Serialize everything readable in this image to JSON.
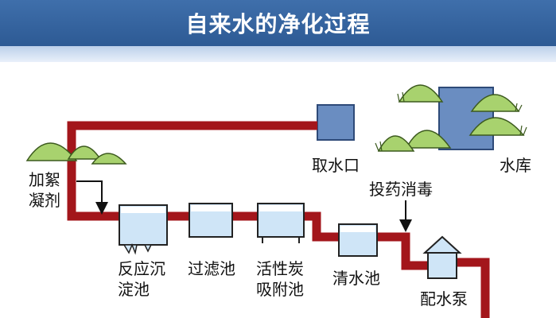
{
  "title": "自来水的净化过程",
  "labels": {
    "reservoir": "水库",
    "intake": "取水口",
    "coagulant_line1": "加絮",
    "coagulant_line2": "凝剂",
    "reaction_tank_line1": "反应沉",
    "reaction_tank_line2": "淀池",
    "filter_tank": "过滤池",
    "carbon_tank_line1": "活性炭",
    "carbon_tank_line2": "吸附池",
    "clear_water_tank": "清水池",
    "disinfection": "投药消毒",
    "pump": "配水泵"
  },
  "colors": {
    "header": "#2d5a94",
    "pipe": "#a3161b",
    "water": "#6a8dc1",
    "tank_water": "#cfe5f7",
    "hill": "#a8d26e"
  }
}
